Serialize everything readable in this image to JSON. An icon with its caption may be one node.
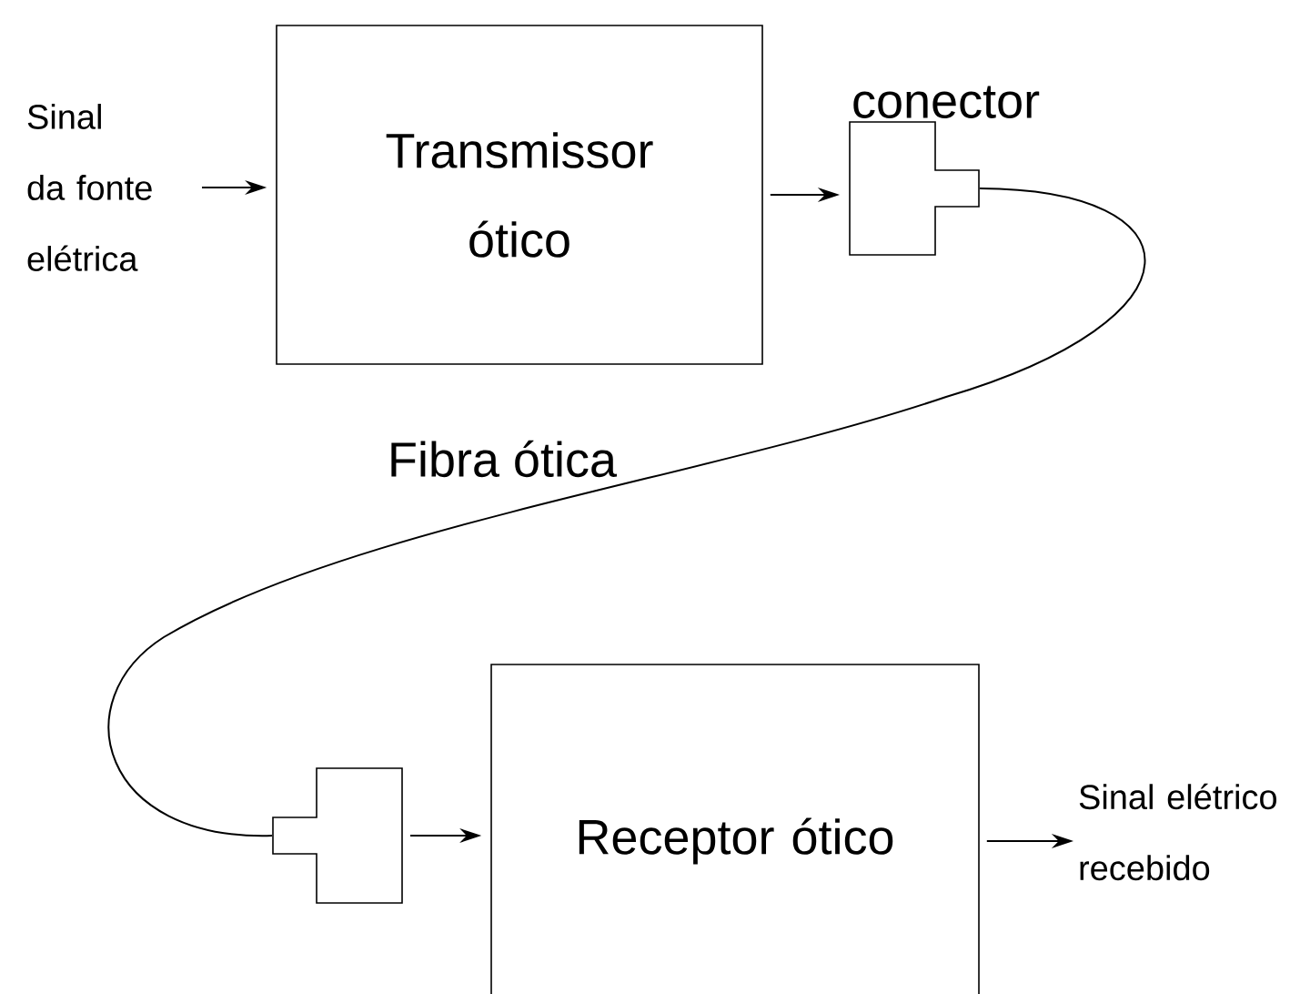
{
  "diagram": {
    "nodes": [
      {
        "text": [
          "Sinal da fonte elétrica"
        ]
      },
      {
        "text": [
          "Transmissor ótico"
        ]
      },
      {
        "text": [],
        "shape": "connector",
        "beside": [
          "conector"
        ]
      },
      {
        "text": [],
        "shape": "connector"
      },
      {
        "text": [
          "Receptor ótico"
        ]
      },
      {
        "text": [
          "Sinal elétrico recebido"
        ]
      }
    ],
    "edges": [
      {
        "from": 0,
        "to": 1,
        "arrow": "to"
      },
      {
        "from": 1,
        "to": 2,
        "arrow": "to"
      },
      {
        "from": 2,
        "to": 3,
        "arrow": "none",
        "label": "Fibra ótica"
      },
      {
        "from": 3,
        "to": 4,
        "arrow": "to"
      },
      {
        "from": 4,
        "to": 5,
        "arrow": "to"
      }
    ]
  }
}
